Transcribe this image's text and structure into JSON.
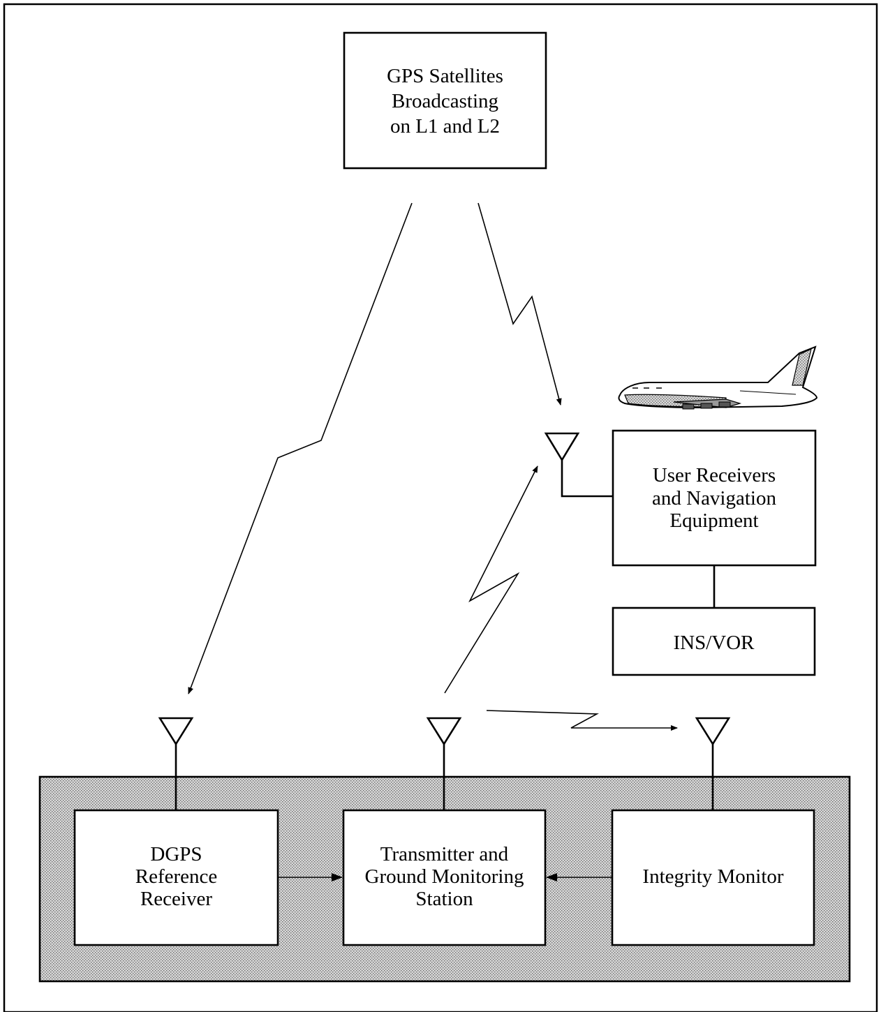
{
  "diagram": {
    "satellites": {
      "lines": [
        "GPS Satellites",
        "Broadcasting",
        "on L1 and L2"
      ]
    },
    "user_equipment": {
      "lines": [
        "User Receivers",
        "and Navigation",
        "Equipment"
      ]
    },
    "ins_vor": {
      "lines": [
        "INS/VOR"
      ]
    },
    "reference_receiver": {
      "lines": [
        "DGPS",
        "Reference",
        "Receiver"
      ]
    },
    "transmitter_station": {
      "lines": [
        "Transmitter and",
        "Ground Monitoring",
        "Station"
      ]
    },
    "integrity_monitor": {
      "lines": [
        "Integrity Monitor"
      ]
    }
  },
  "colors": {
    "ink": "#000000",
    "ground_fill": "#b8b8b8",
    "paper": "#ffffff"
  },
  "icons": [
    "antenna-icon",
    "airplane-icon"
  ]
}
